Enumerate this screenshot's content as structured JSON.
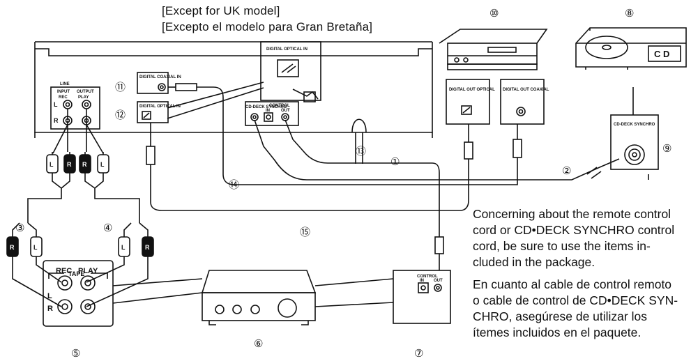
{
  "header": {
    "line1": "[Except for UK model]",
    "line2": "[Excepto el modelo para Gran Bretaña]"
  },
  "numbers": {
    "n1": "①",
    "n2": "②",
    "n3": "③",
    "n4": "④",
    "n5": "⑤",
    "n6": "⑥",
    "n7": "⑦",
    "n8": "⑧",
    "n9": "⑨",
    "n10": "⑩",
    "n11": "⑪",
    "n12": "⑫",
    "n13": "⑬",
    "n14": "⑭",
    "n15": "⑮"
  },
  "deck": {
    "line": "LINE",
    "input": "INPUT",
    "rec": "REC",
    "output": "OUTPUT",
    "play": "PLAY",
    "l": "L",
    "r": "R",
    "digital_coaxial_in": "DIGITAL COAXIAL IN",
    "digital_optical_in": "DIGITAL OPTICAL IN",
    "cd_deck_synchro": "CD-DECK SYNCHRO",
    "control": "CONTROL",
    "in": "IN",
    "out": "OUT"
  },
  "inset": {
    "digital_optical_in": "DIGITAL OPTICAL IN"
  },
  "md": {
    "digital_out_optical": "DIGITAL OUT OPTICAL",
    "digital_out_coaxial": "DIGITAL OUT COAXIAL"
  },
  "cd": {
    "label": "C D"
  },
  "synchro_box": {
    "label": "CD-DECK SYNCHRO"
  },
  "plugs": {
    "l": "L",
    "r": "R"
  },
  "tape": {
    "title": "TAPE",
    "rec": "REC",
    "play": "PLAY",
    "l": "L",
    "r": "R"
  },
  "amp_control": {
    "control": "CONTROL",
    "in": "IN",
    "out": "OUT"
  },
  "note": {
    "english": "Concerning about the remote control\ncord or CD•DECK SYNCHRO control\ncord, be sure to use the items in-\ncluded in the package.",
    "spanish": "En cuanto al cable de control remoto\no cable de control de CD•DECK SYN-\nCHRO, asegúrese de utilizar los\nítemes incluidos en el paquete."
  }
}
